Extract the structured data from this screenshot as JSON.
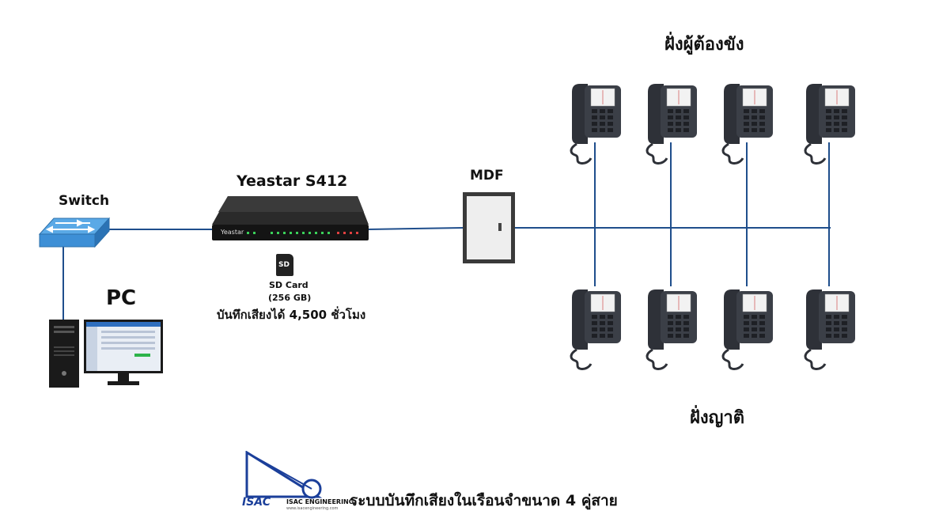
{
  "labels": {
    "switch": "Switch",
    "pbx": "Yeastar S412",
    "mdf": "MDF",
    "pc": "PC",
    "sd_badge": "SD",
    "sd_card": "SD Card",
    "sd_capacity": "(256 GB)",
    "recording": "บันทึกเสียงได้ 4,500 ชั่วโมง",
    "inmate_side": "ฝั่งผู้ต้องขัง",
    "relative_side": "ฝั่งญาติ",
    "pbx_brand": "Yeastar"
  },
  "footer": {
    "logo_text": "ISAC",
    "company": "ISAC ENGINEERING",
    "company_url": "www.isacengineering.com",
    "caption": "ระบบบันทึกเสียงในเรือนจำขนาด 4 คู่สาย"
  },
  "colors": {
    "wire": "#1f4e8c",
    "device_dark": "#1c1c1c",
    "switch_blue": "#3d8fd6",
    "logo_blue": "#1b3f9a"
  }
}
